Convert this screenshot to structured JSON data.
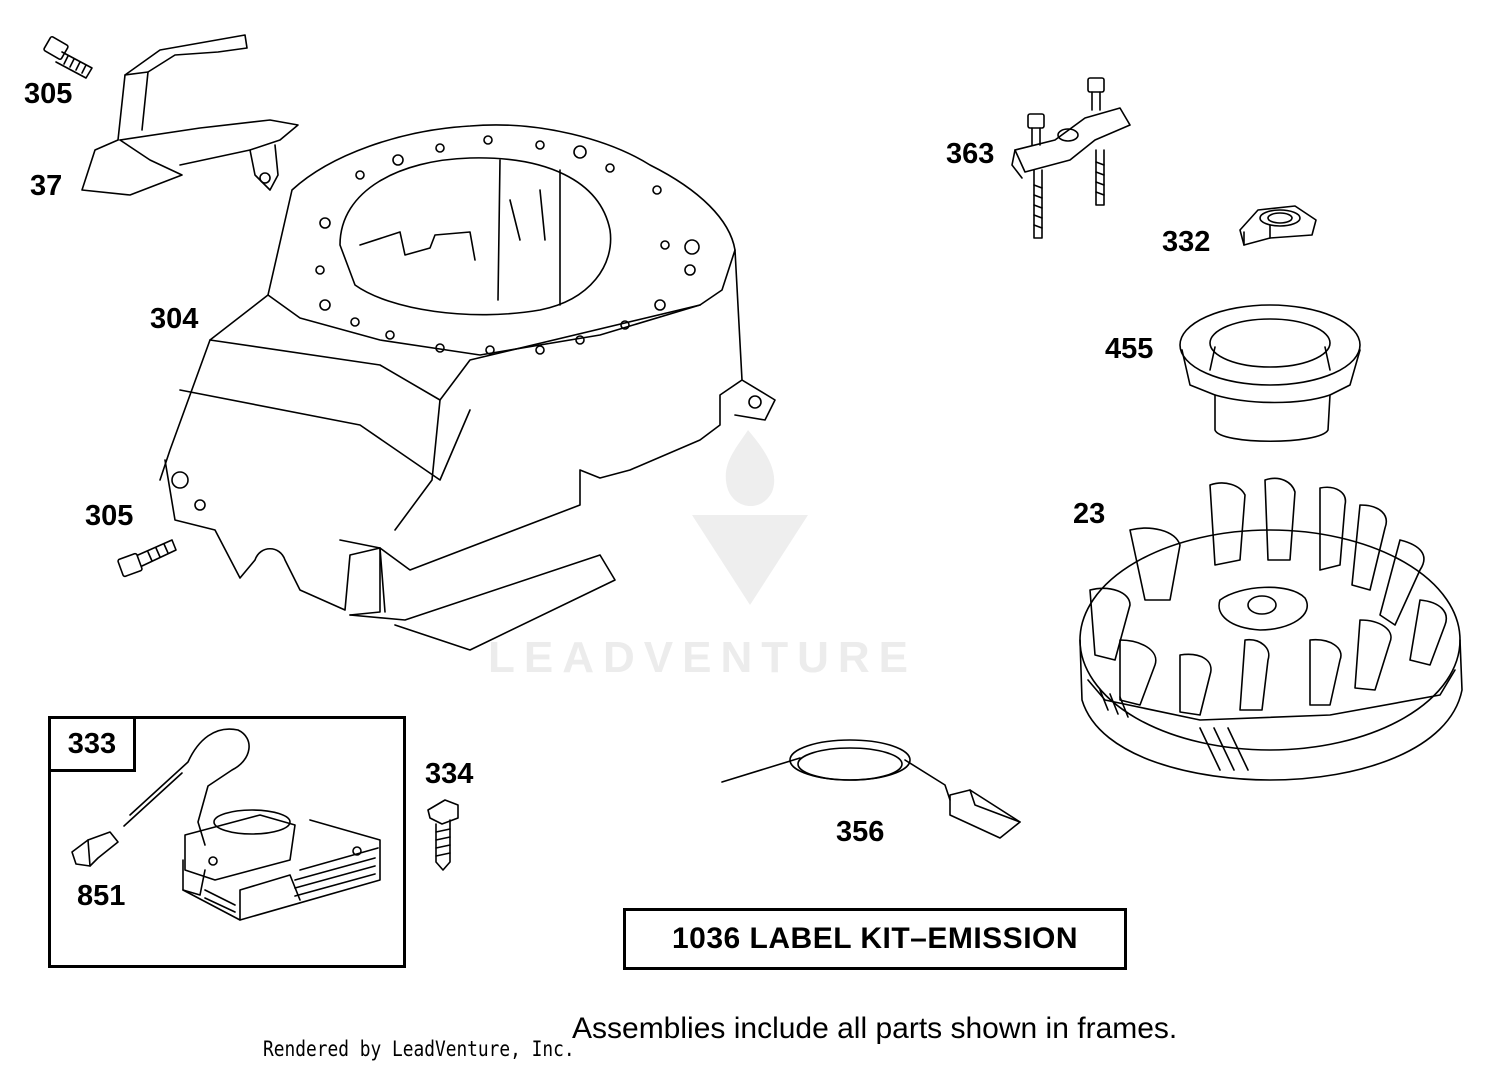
{
  "labels": {
    "p305_top": "305",
    "p37": "37",
    "p304": "304",
    "p305_mid": "305",
    "p363": "363",
    "p332": "332",
    "p455": "455",
    "p23": "23",
    "p333": "333",
    "p851": "851",
    "p334": "334",
    "p356": "356"
  },
  "kit_label": "1036 LABEL KIT–EMISSION",
  "note": "Assemblies include all parts shown in frames.",
  "credit": "Rendered by LeadVenture, Inc.",
  "watermark": "LEADVENTURE",
  "colors": {
    "line": "#000000",
    "background": "#ffffff",
    "watermark": "#ececec"
  }
}
